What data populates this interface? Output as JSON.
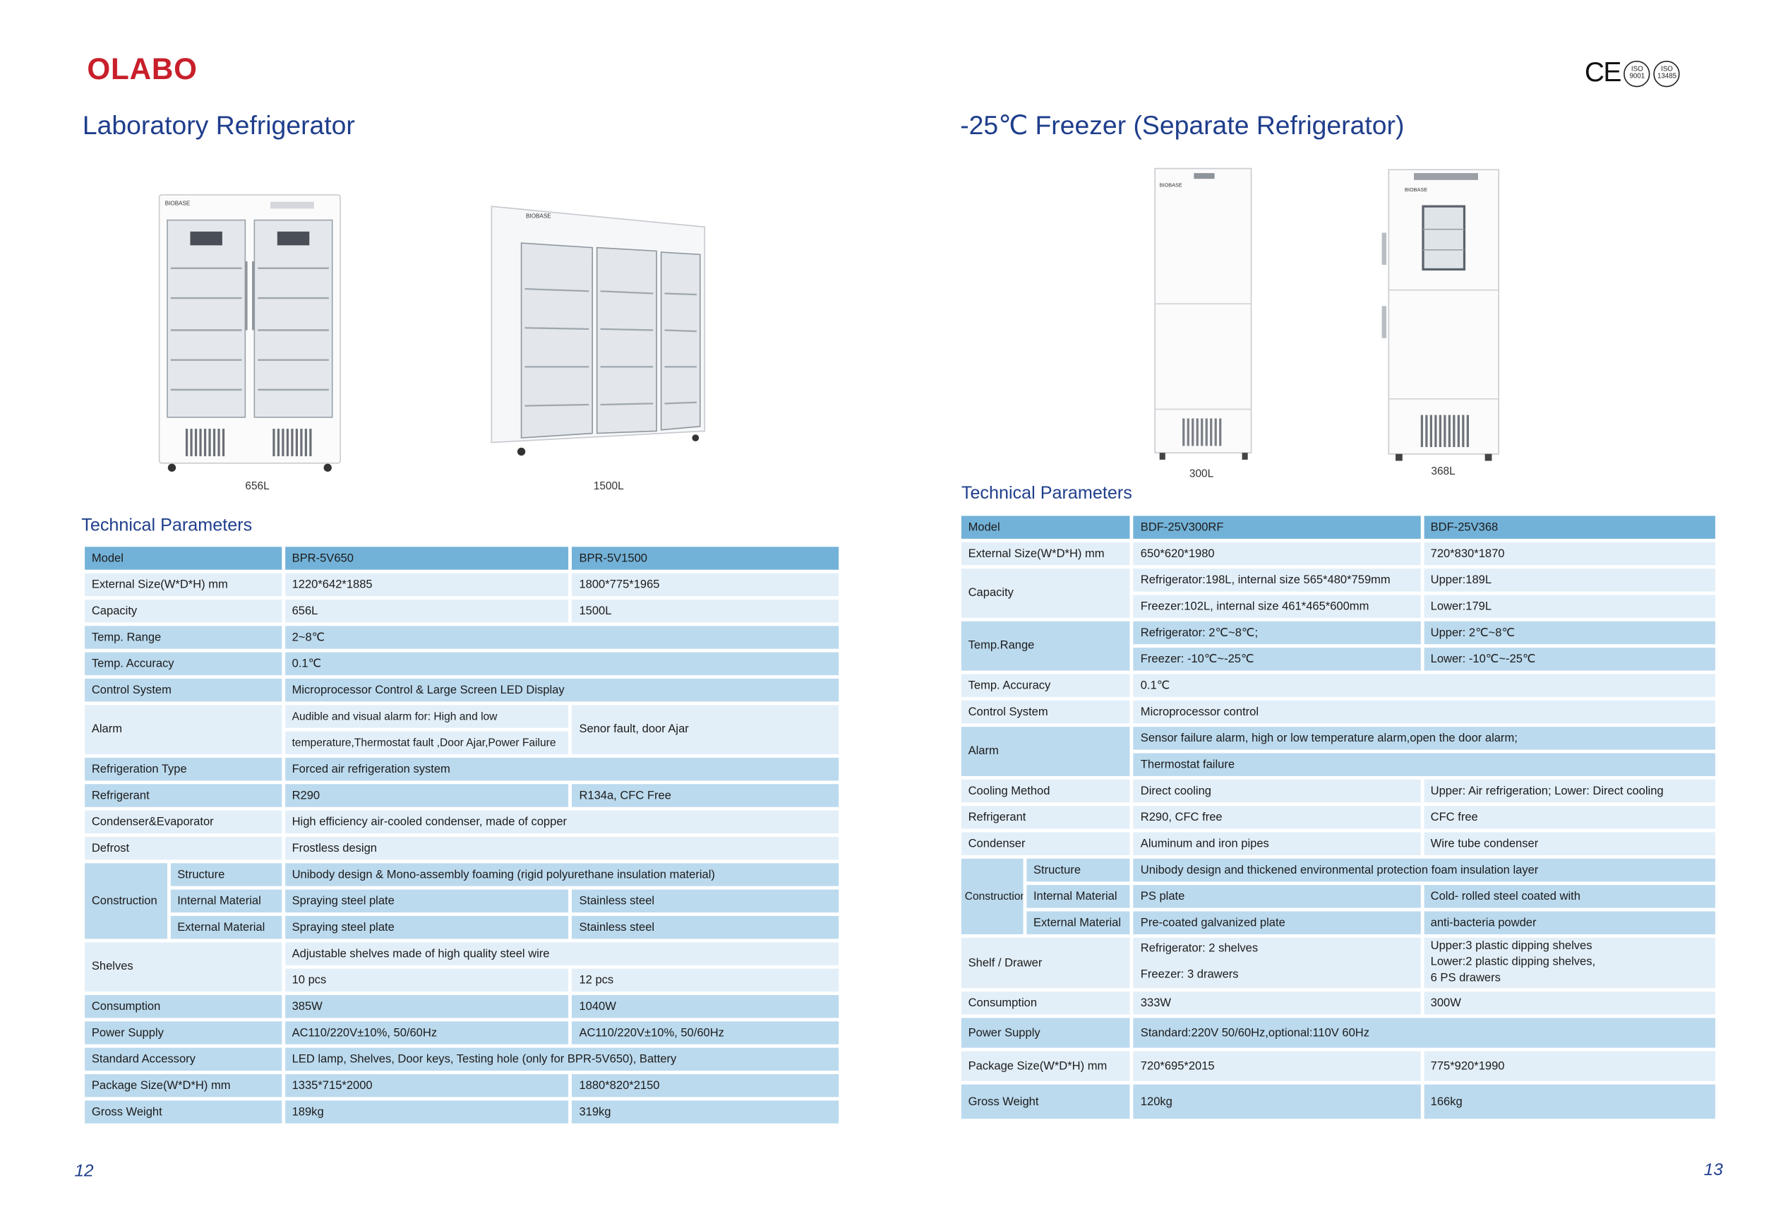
{
  "brand": {
    "logo_text": "OLABO"
  },
  "certifications": {
    "ce_mark": "CE",
    "seal1": "ISO 9001",
    "seal2": "ISO 13485"
  },
  "left_page": {
    "title": "Laboratory Refrigerator",
    "products": [
      {
        "brand_label": "BIOBASE",
        "caption": "656L"
      },
      {
        "brand_label": "BIOBASE",
        "caption": "1500L"
      }
    ],
    "params_title": "Technical Parameters",
    "page_number": "12",
    "table": {
      "model_label": "Model",
      "model_1": "BPR-5V650",
      "model_2": "BPR-5V1500",
      "external_size_label": "External Size(W*D*H) mm",
      "external_size_1": "1220*642*1885",
      "external_size_2": "1800*775*1965",
      "capacity_label": "Capacity",
      "capacity_1": "656L",
      "capacity_2": "1500L",
      "temp_range_label": "Temp. Range",
      "temp_range": "2~8℃",
      "temp_accuracy_label": "Temp. Accuracy",
      "temp_accuracy": "0.1℃",
      "control_label": "Control System",
      "control": "Microprocessor Control & Large Screen LED Display",
      "alarm_label": "Alarm",
      "alarm_1_line1": "Audible and visual alarm for: High and low",
      "alarm_1_line2": "temperature,Thermostat fault ,Door Ajar,Power Failure",
      "alarm_2": "Senor fault, door Ajar",
      "refrigeration_type_label": "Refrigeration Type",
      "refrigeration_type": "Forced air refrigeration system",
      "refrigerant_label": "Refrigerant",
      "refrigerant_1": "R290",
      "refrigerant_2": "R134a, CFC Free",
      "condenser_label": "Condenser&Evaporator",
      "condenser": "High efficiency air-cooled condenser, made of copper",
      "defrost_label": "Defrost",
      "defrost": "Frostless design",
      "construction_label": "Construction",
      "structure_label": "Structure",
      "structure": "Unibody design & Mono-assembly foaming (rigid polyurethane insulation material)",
      "internal_label": "Internal Material",
      "internal_1": "Spraying steel plate",
      "internal_2": "Stainless steel",
      "external_label": "External Material",
      "external_1": "Spraying steel plate",
      "external_2": "Stainless steel",
      "shelves_label": "Shelves",
      "shelves_desc": "Adjustable shelves made of high quality steel wire",
      "shelves_1": "10 pcs",
      "shelves_2": "12 pcs",
      "consumption_label": "Consumption",
      "consumption_1": "385W",
      "consumption_2": "1040W",
      "power_label": "Power Supply",
      "power_1": "AC110/220V±10%, 50/60Hz",
      "power_2": "AC110/220V±10%, 50/60Hz",
      "accessory_label": "Standard Accessory",
      "accessory": "LED lamp, Shelves, Door keys, Testing hole (only for BPR-5V650), Battery",
      "package_label": "Package Size(W*D*H) mm",
      "package_1": "1335*715*2000",
      "package_2": "1880*820*2150",
      "weight_label": "Gross Weight",
      "weight_1": "189kg",
      "weight_2": "319kg"
    }
  },
  "right_page": {
    "title": "-25℃ Freezer (Separate Refrigerator)",
    "products": [
      {
        "brand_label": "BIOBASE",
        "caption": "300L"
      },
      {
        "brand_label": "BIOBASE",
        "caption": "368L"
      }
    ],
    "params_title": "Technical Parameters",
    "page_number": "13",
    "table": {
      "model_label": "Model",
      "model_1": "BDF-25V300RF",
      "model_2": "BDF-25V368",
      "external_size_label": "External Size(W*D*H) mm",
      "external_size_1": "650*620*1980",
      "external_size_2": "720*830*1870",
      "capacity_label": "Capacity",
      "capacity_1a": "Refrigerator:198L, internal size 565*480*759mm",
      "capacity_2a": "Upper:189L",
      "capacity_1b": "Freezer:102L, internal size 461*465*600mm",
      "capacity_2b": "Lower:179L",
      "temp_range_label": "Temp.Range",
      "temp_range_1a": "Refrigerator: 2℃~8℃;",
      "temp_range_2a": "Upper: 2℃~8℃",
      "temp_range_1b": "Freezer:  -10℃~-25℃",
      "temp_range_2b": "Lower: -10℃~-25℃",
      "temp_accuracy_label": "Temp. Accuracy",
      "temp_accuracy": "0.1℃",
      "control_label": "Control System",
      "control": "Microprocessor control",
      "alarm_label": "Alarm",
      "alarm_line1": "Sensor failure alarm, high or low temperature alarm,open the door alarm;",
      "alarm_line2": "Thermostat failure",
      "cooling_label": "Cooling Method",
      "cooling_1": "Direct cooling",
      "cooling_2": "Upper: Air refrigeration; Lower: Direct cooling",
      "refrigerant_label": "Refrigerant",
      "refrigerant_1": "R290, CFC free",
      "refrigerant_2": "CFC free",
      "condenser_label": "Condenser",
      "condenser_1": "Aluminum and iron pipes",
      "condenser_2": "Wire tube condenser",
      "construction_label": "Construction",
      "structure_label": "Structure",
      "structure": "Unibody design and thickened environmental protection foam insulation layer",
      "internal_label": "Internal Material",
      "internal_1": "PS plate",
      "internal_2": "Cold- rolled steel coated with",
      "external_label": "External Material",
      "external_1": "Pre-coated galvanized plate",
      "external_2": "anti-bacteria powder",
      "shelf_label": "Shelf / Drawer",
      "shelf_1a": "Refrigerator: 2 shelves",
      "shelf_1b": "Freezer: 3 drawers",
      "shelf_2_line1": "Upper:3 plastic dipping shelves",
      "shelf_2_line2": "Lower:2 plastic dipping shelves,",
      "shelf_2_line3": "6 PS drawers",
      "consumption_label": "Consumption",
      "consumption_1": "333W",
      "consumption_2": "300W",
      "power_label": "Power Supply",
      "power": "Standard:220V 50/60Hz,optional:110V 60Hz",
      "package_label": "Package Size(W*D*H) mm",
      "package_1": "720*695*2015",
      "package_2": "775*920*1990",
      "weight_label": "Gross Weight",
      "weight_1": "120kg",
      "weight_2": "166kg"
    }
  }
}
